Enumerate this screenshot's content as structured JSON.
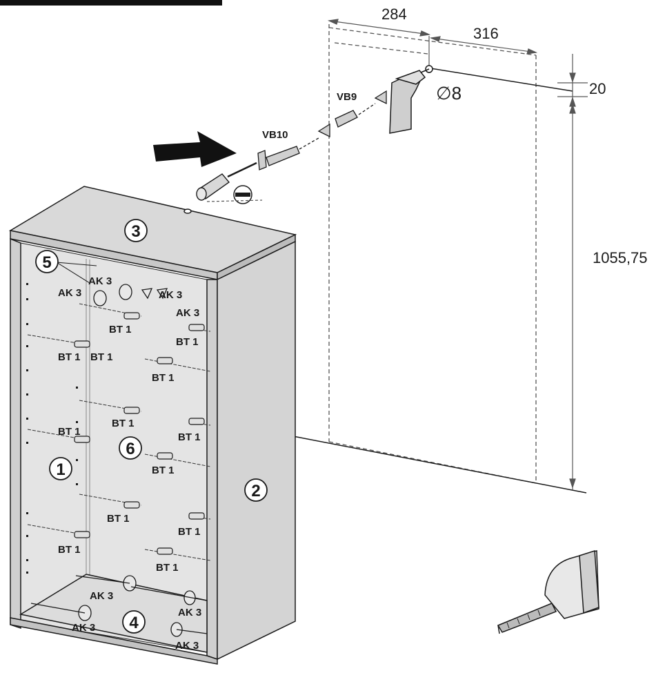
{
  "dimensions": {
    "d284": "284",
    "d316": "316",
    "d20": "20",
    "d1055": "1055,75",
    "diam": "∅8"
  },
  "fasteners": {
    "vb9": "VB9",
    "vb10": "VB10"
  },
  "part_numbers": {
    "p1": "1",
    "p2": "2",
    "p3": "3",
    "p4": "4",
    "p5": "5",
    "p6": "6"
  },
  "hardware_labels": {
    "ak3": "AK 3",
    "bt1": "BT 1"
  },
  "colors": {
    "panel_fill": "#d9d9d9",
    "panel_dark": "#c4c4c4",
    "line": "#1a1a1a",
    "dashed": "#555555"
  }
}
